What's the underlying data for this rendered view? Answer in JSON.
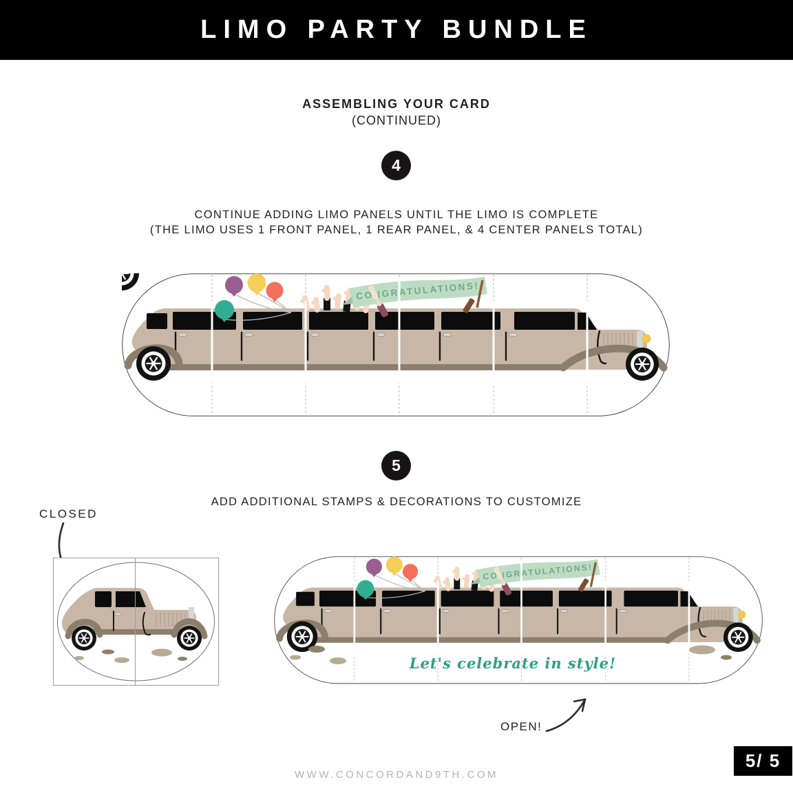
{
  "header": {
    "title": "LIMO PARTY BUNDLE"
  },
  "section": {
    "title": "ASSEMBLING YOUR CARD",
    "subtitle": "(CONTINUED)"
  },
  "steps": {
    "step4": {
      "number": "4",
      "line1": "CONTINUE ADDING LIMO PANELS UNTIL THE LIMO IS COMPLETE",
      "line2": "(THE LIMO USES 1 FRONT PANEL, 1 REAR PANEL, & 4 CENTER PANELS TOTAL)"
    },
    "step5": {
      "number": "5",
      "line1": "ADD ADDITIONAL STAMPS & DECORATIONS TO CUSTOMIZE"
    }
  },
  "labels": {
    "closed": "CLOSED",
    "open": "OPEN!"
  },
  "illustrations": {
    "banner_text": "CONGRATULATIONS!",
    "script_text": "Let's celebrate in style!"
  },
  "footer": {
    "url": "WWW.CONCORDAND9TH.COM",
    "page": "5/ 5"
  },
  "colors": {
    "limo_body": "#c8b7a7",
    "limo_underside": "#8b7e6c",
    "banner_green": "#bedcc3",
    "banner_text_green": "#6fa987",
    "script_green": "#2ea083",
    "balloon_teal": "#2fae93",
    "balloon_purple": "#9a5f92",
    "balloon_yellow": "#f5cf57",
    "balloon_coral": "#f3705c",
    "headlight_yellow": "#f2c84e",
    "footer_gray": "#b3b3b3"
  }
}
